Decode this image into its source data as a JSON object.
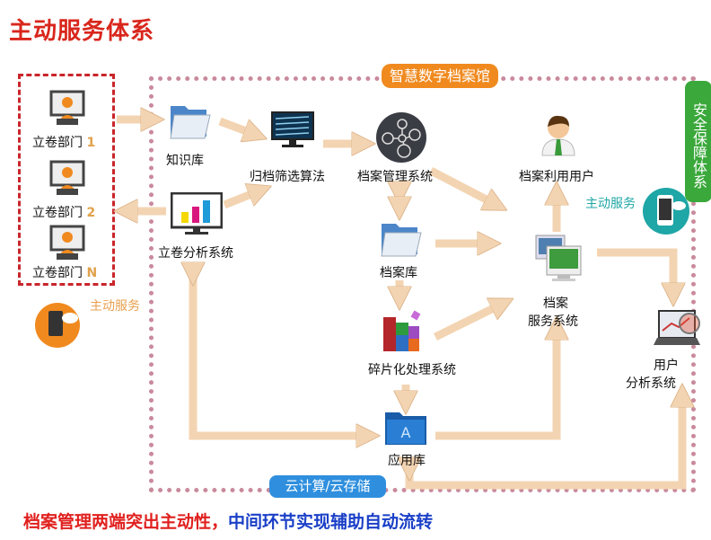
{
  "title": "主动服务体系",
  "zones": {
    "archive": "智慧数字档案馆",
    "security": "安全保障体系",
    "cloud": "云计算/云存储"
  },
  "departments": [
    {
      "label": "立卷部门",
      "suffix": "1"
    },
    {
      "label": "立卷部门",
      "suffix": "2"
    },
    {
      "label": "立卷部门",
      "suffix": "N"
    }
  ],
  "active_service_left": "主动服务",
  "active_service_right": "主动服务",
  "nodes": {
    "knowledge": "知识库",
    "algorithm": "归档筛选算法",
    "analysis": "立卷分析系统",
    "management": "档案管理系统",
    "repository": "档案库",
    "fragment": "碎片化处理系统",
    "application": "应用库",
    "user": "档案利用用户",
    "service_l1": "档案",
    "service_l2": "服务系统",
    "user_analysis_l1": "用户",
    "user_analysis_l2": "分析系统"
  },
  "footer": {
    "part1": "档案管理两端突出主动性，",
    "part2": "中间环节实现辅助自动流转"
  },
  "colors": {
    "title": "#d9261c",
    "arrow": "#f3d4b2",
    "orange": "#f08a1f",
    "green": "#3aa83a",
    "blue": "#2f8fde",
    "teal": "#1fa6a6"
  }
}
